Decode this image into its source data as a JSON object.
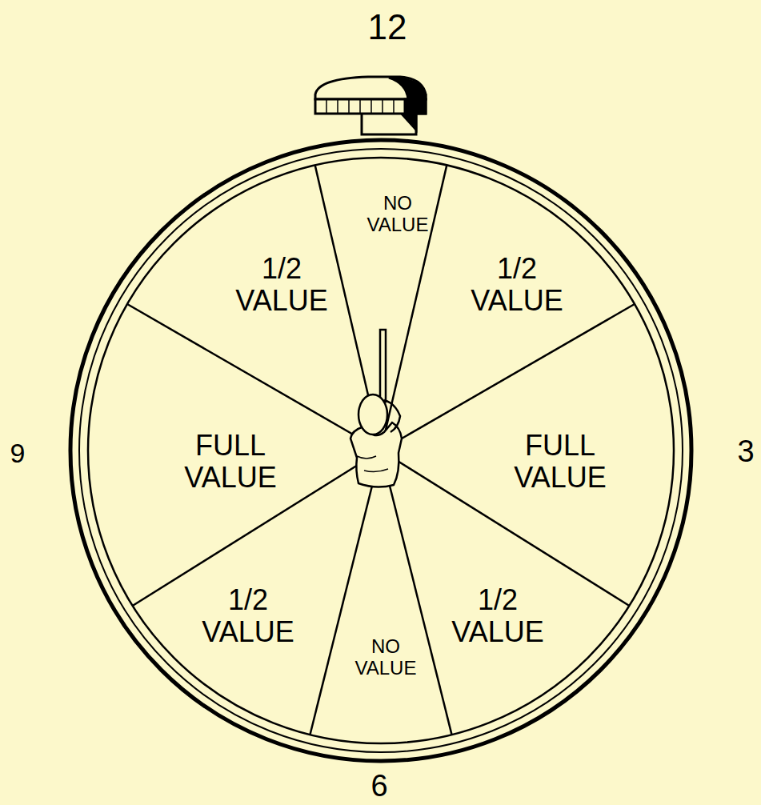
{
  "diagram": {
    "nodes": [
      {
        "text": [
          "NO VALUE"
        ]
      },
      {
        "text": [
          "1/2 VALUE"
        ]
      },
      {
        "text": [
          "1/2 VALUE"
        ]
      },
      {
        "text": [
          "FULL VALUE"
        ]
      },
      {
        "text": [
          "FULL VALUE"
        ]
      },
      {
        "text": [
          "1/2 VALUE"
        ]
      },
      {
        "text": [
          "NO VALUE"
        ]
      },
      {
        "text": [
          "1/2 VALUE"
        ]
      }
    ],
    "labels": [
      "12",
      "3",
      "6",
      "9"
    ]
  }
}
